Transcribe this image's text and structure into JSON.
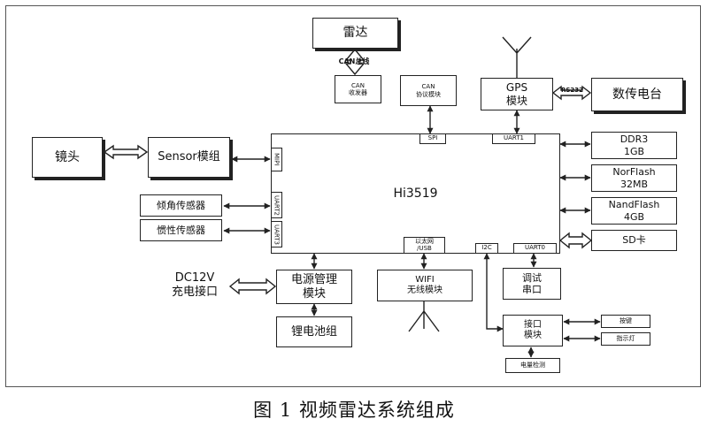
{
  "blocks": {
    "radar": "雷达",
    "can_label": "CAN总线",
    "can_transceiver": "CAN\n收发器",
    "can_module": "CAN\n协议模块",
    "gps": "GPS\n模块",
    "rs232": "RS232",
    "data_radio": "数传电台",
    "lens": "镜头",
    "sensor": "Sensor模组",
    "soc": "Hi3519",
    "spi": "SPI",
    "uart1": "UART1",
    "mipi": "MIPI",
    "uart2": "UART2",
    "uart3": "UART3",
    "ethernet_usb": "以太网\n/USB",
    "i2c": "I2C",
    "uart0": "UART0",
    "ddr3": "DDR3\n1GB",
    "norflash": "NorFlash\n32MB",
    "nandflash": "NandFlash\n4GB",
    "sd": "SD卡",
    "tilt": "倾角传感器",
    "imu": "惯性传感器",
    "dc": "DC12V\n充电接口",
    "power": "电源管理\n模块",
    "battery": "锂电池组",
    "wifi": "WIFI\n无线模块",
    "debug": "调试\n串口",
    "interface": "接口\n模块",
    "button": "按键",
    "indicator": "指示灯",
    "fuel_gauge": "电量检测"
  },
  "caption": "图 1    视频雷达系统组成",
  "colors": {
    "line": "#222222",
    "arrow_fill": "#ffffff"
  }
}
